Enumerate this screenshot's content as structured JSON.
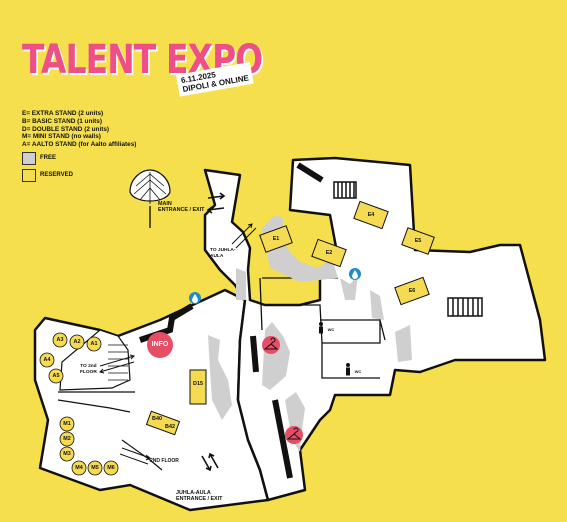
{
  "header": {
    "title": "TALENT EXPO",
    "date": "6.11.2025",
    "subtitle": "DIPOLI & ONLINE"
  },
  "legend": {
    "lines": [
      "E= EXTRA STAND (2 units)",
      "B= BASIC STAND (1 units)",
      "D= DOUBLE STAND (2 units)",
      "M= MINI STAND (no walls)",
      "A= AALTO STAND (for Aalto affiliates)"
    ],
    "free": {
      "label": "FREE",
      "color": "#cfcfcf"
    },
    "reserved": {
      "label": "RESERVED",
      "color": "#f4db52"
    }
  },
  "colors": {
    "background": "#f5df4d",
    "stand": "#f4db52",
    "info": "#e84d66",
    "water": "#1d8cc8",
    "floor": "#ffffff",
    "wall": "#111111"
  },
  "icons": [
    "tree-sculpture-icon",
    "water-drop-icon",
    "hanger-icon",
    "wc-icon",
    "staircase-icon",
    "arrow-icon"
  ],
  "labels": {
    "main_entrance_1": "MAIN",
    "main_entrance_2": "ENTRANCE / EXIT",
    "to_juhla_1": "TO JUHLA-",
    "to_juhla_2": "AULA",
    "to_floor_1": "TO 2nd",
    "to_floor_2": "FLOOR",
    "second_floor": "2ND FLOOR",
    "juhla_exit_1": "JUHLA-AULA",
    "juhla_exit_2": "ENTRANCE / EXIT",
    "info": "INFO",
    "wc": "WC"
  },
  "stands": {
    "E1": "E1",
    "E2": "E2",
    "E4": "E4",
    "E5": "E5",
    "E6": "E6",
    "D15": "D15",
    "B40": "B40",
    "B42": "B42",
    "A1": "A1",
    "A2": "A2",
    "A3": "A3",
    "A4": "A4",
    "A5": "A5",
    "M1": "M1",
    "M2": "M2",
    "M3": "M3",
    "M4": "M4",
    "M5": "M5",
    "M6": "M6"
  }
}
